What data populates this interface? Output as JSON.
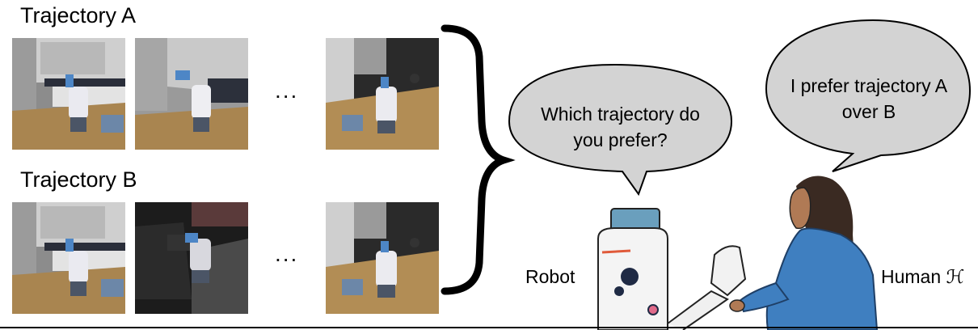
{
  "trajectory_a": {
    "label": "Trajectory A",
    "ellipsis": "..."
  },
  "trajectory_b": {
    "label": "Trajectory B",
    "ellipsis": "..."
  },
  "robot": {
    "question_line1": "Which trajectory do",
    "question_line2": "you prefer?",
    "name": "Robot"
  },
  "human": {
    "answer_line1": "I prefer trajectory A",
    "answer_line2": "over B",
    "name": "Human ℋ"
  },
  "colors": {
    "bubble_fill": "#d3d3d3",
    "shirt": "#3f7fc0",
    "robot_cap": "#6a9fbd",
    "floor": "#a98550"
  },
  "icons": [
    "robot-icon",
    "human-icon",
    "speech-bubble",
    "curly-brace"
  ]
}
